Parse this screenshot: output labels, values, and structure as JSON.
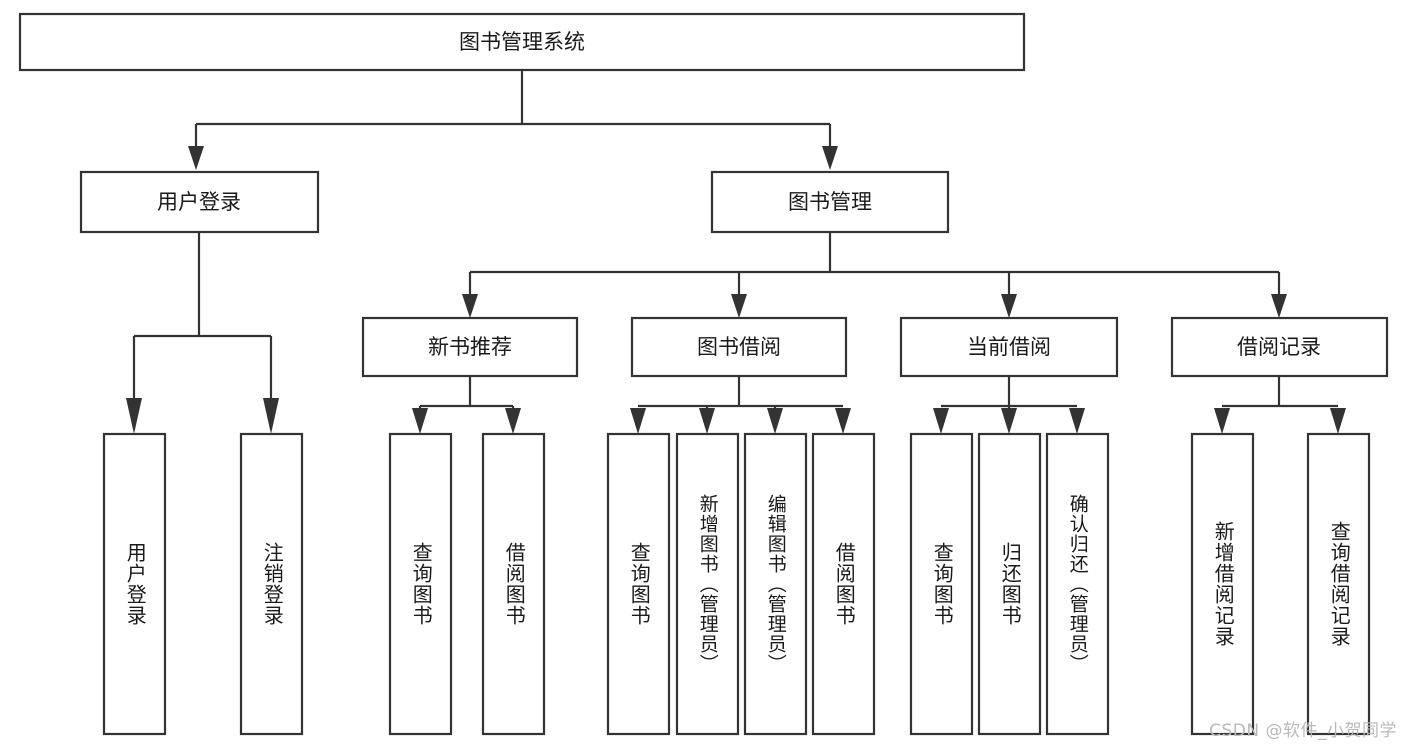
{
  "diagram": {
    "type": "tree",
    "title": "图书管理系统",
    "orientation": "top-down",
    "watermark": "CSDN @软件_小贺同学",
    "colors": {
      "box_stroke": "#333333",
      "box_fill": "#ffffff",
      "text": "#1a1a1a",
      "background": "#ffffff",
      "watermark": "#b9b9b9"
    },
    "root": {
      "label": "图书管理系统"
    },
    "level2": [
      {
        "label": "用户登录"
      },
      {
        "label": "图书管理"
      }
    ],
    "level3": [
      {
        "label": "新书推荐"
      },
      {
        "label": "图书借阅"
      },
      {
        "label": "当前借阅"
      },
      {
        "label": "借阅记录"
      }
    ],
    "leaves": {
      "user_login": [
        {
          "label": "用户登录"
        },
        {
          "label": "注销登录"
        }
      ],
      "new_book_recommend": [
        {
          "label": "查询图书"
        },
        {
          "label": "借阅图书"
        }
      ],
      "book_borrow": [
        {
          "label": "查询图书"
        },
        {
          "label": "新增图书（管理员）"
        },
        {
          "label": "编辑图书（管理员）"
        },
        {
          "label": "借阅图书"
        }
      ],
      "current_borrow": [
        {
          "label": "查询图书"
        },
        {
          "label": "归还图书"
        },
        {
          "label": "确认归还（管理员）"
        }
      ],
      "borrow_record": [
        {
          "label": "新增借阅记录"
        },
        {
          "label": "查询借阅记录"
        }
      ]
    }
  }
}
